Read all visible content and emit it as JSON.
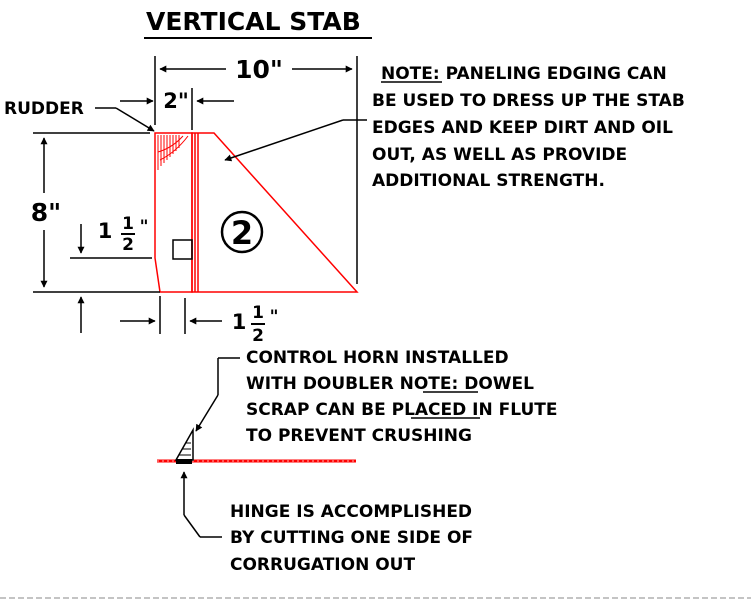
{
  "title": "VERTICAL STAB",
  "labels": {
    "rudder": "RUDDER",
    "part_number": "2"
  },
  "dimensions": {
    "overall_width": "10\"",
    "rudder_width": "2\"",
    "height": "8\"",
    "left_whole": "1",
    "left_num": "1",
    "left_den": "2",
    "left_unit": "\"",
    "bottom_whole": "1",
    "bottom_num": "1",
    "bottom_den": "2",
    "bottom_unit": "\""
  },
  "notes": {
    "paneling": [
      "NOTE: PANELING EDGING CAN",
      "BE USED TO DRESS UP THE STAB",
      "EDGES AND KEEP DIRT AND OIL",
      "OUT, AS WELL AS PROVIDE",
      "ADDITIONAL STRENGTH."
    ],
    "control_horn": [
      "CONTROL HORN INSTALLED",
      "WITH DOUBLER NOTE: DOWEL",
      "SCRAP CAN BE PLACED IN FLUTE",
      "TO PREVENT CRUSHING"
    ],
    "hinge": [
      "HINGE IS ACCOMPLISHED",
      "BY CUTTING ONE SIDE OF",
      "CORRUGATION OUT"
    ]
  },
  "colors": {
    "part_outline": "#ff0000",
    "line": "#000000"
  }
}
